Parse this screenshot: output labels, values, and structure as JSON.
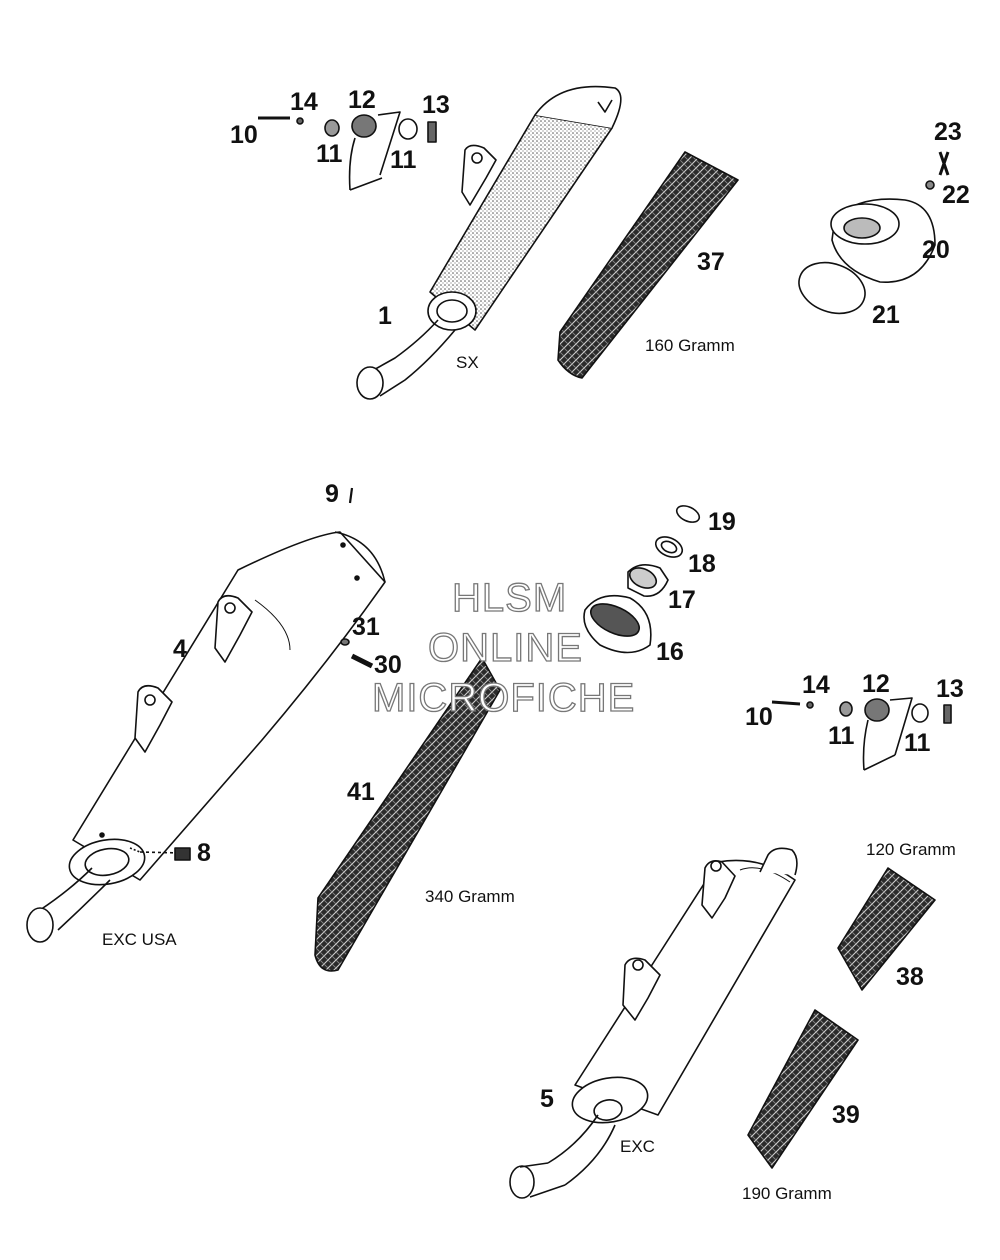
{
  "colors": {
    "ink": "#111111",
    "watermark": "#777777",
    "paper": "#ffffff"
  },
  "labels": {
    "p1": "1",
    "p4": "4",
    "p5": "5",
    "p8": "8",
    "p9": "9",
    "p10": "10",
    "p11": "11",
    "p12": "12",
    "p13": "13",
    "p14": "14",
    "p16": "16",
    "p17": "17",
    "p18": "18",
    "p19": "19",
    "p20": "20",
    "p21": "21",
    "p22": "22",
    "p23": "23",
    "p30": "30",
    "p31": "31",
    "p37": "37",
    "p38": "38",
    "p39": "39",
    "p41": "41"
  },
  "captions": {
    "sx": "SX",
    "exc_usa": "EXC USA",
    "exc": "EXC",
    "w160": "160 Gramm",
    "w340": "340 Gramm",
    "w120": "120 Gramm",
    "w190": "190 Gramm"
  },
  "watermark": {
    "line1": "HLSM",
    "line2": "ONLINE",
    "line3": "MICROFICHE"
  }
}
